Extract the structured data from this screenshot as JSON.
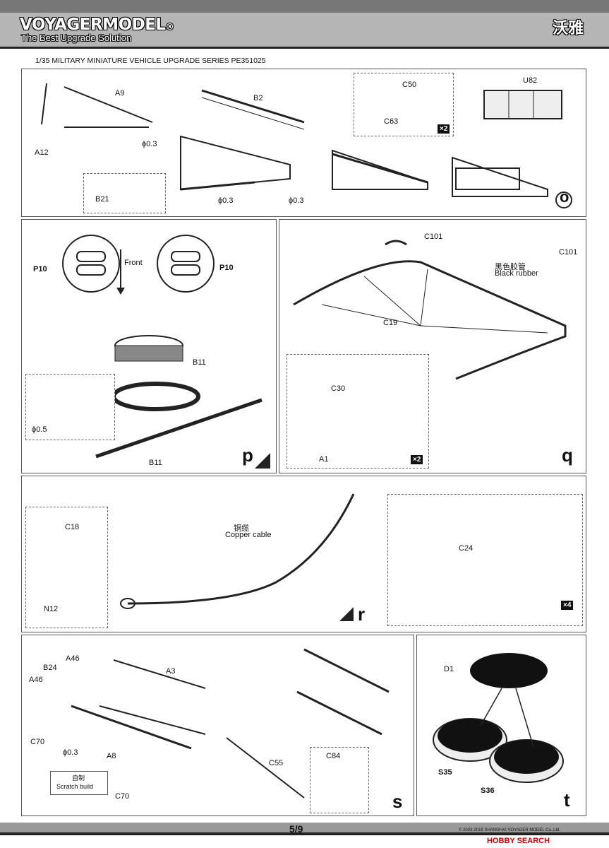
{
  "header": {
    "brand": "VOYAGERMODEL",
    "brand_mark": "®",
    "tagline": "The Best Upgrade Solution",
    "brand_cn": "沃雅",
    "series": "1/35 MILITARY MINIATURE VEHICLE  UPGRADE SERIES PE351025"
  },
  "panel_o": {
    "step": "o",
    "labels": [
      "A12",
      "A9",
      "B2",
      "ϕ0.3",
      "B21",
      "ϕ0.3",
      "ϕ0.3",
      "C50",
      "C63",
      "U82"
    ],
    "qty": "×2"
  },
  "panel_p": {
    "step": "p",
    "labels": [
      "P10",
      "Front",
      "P10",
      "B11",
      "ϕ0.5",
      "B11"
    ]
  },
  "panel_q": {
    "step": "q",
    "labels": [
      "C101",
      "C101",
      "黑色胶管",
      "Black rubber",
      "C19",
      "C30",
      "A1"
    ],
    "qty": "×2"
  },
  "panel_r": {
    "step": "r",
    "labels": [
      "C18",
      "N12",
      "铜缆",
      "Copper cable",
      "C24"
    ],
    "qty": "×4"
  },
  "panel_s": {
    "step": "s",
    "labels": [
      "A46",
      "B24",
      "A46",
      "A3",
      "C70",
      "ϕ0.3",
      "A8",
      "自制",
      "Scratch build",
      "C70",
      "C55",
      "C84"
    ]
  },
  "panel_t": {
    "step": "t",
    "labels": [
      "D1",
      "S35",
      "S36"
    ]
  },
  "footer": {
    "page": "5/9",
    "copyright": "© 2003-2019 SHANGHAI VOYAGER MODEL Co.,Ltd.",
    "watermark": "HOBBY SEARCH"
  }
}
